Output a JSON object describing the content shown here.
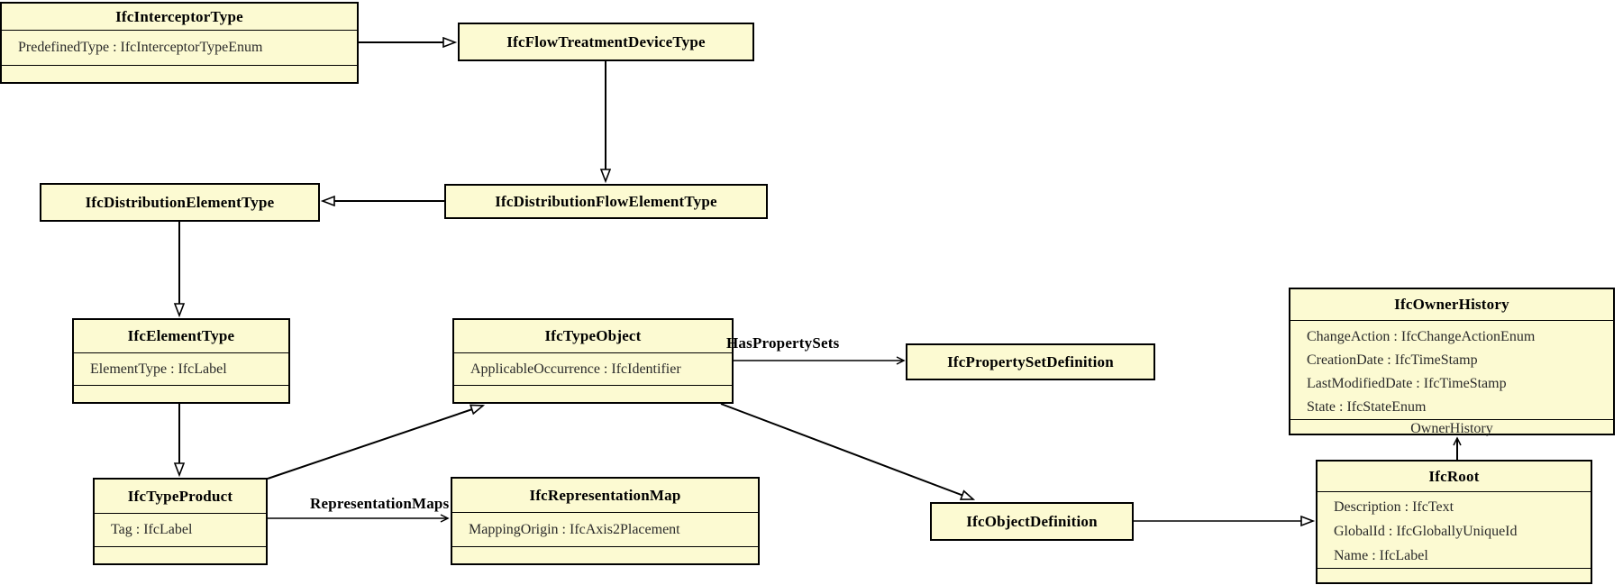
{
  "diagram": {
    "node_fill": "#fcfad2",
    "node_border": "#000000",
    "background": "#ffffff"
  },
  "classes": {
    "interceptor_type": {
      "title": "IfcInterceptorType",
      "attributes": [
        "PredefinedType : IfcInterceptorTypeEnum"
      ]
    },
    "flow_treatment_device_type": {
      "title": "IfcFlowTreatmentDeviceType"
    },
    "distribution_element_type": {
      "title": "IfcDistributionElementType"
    },
    "distribution_flow_element_type": {
      "title": "IfcDistributionFlowElementType"
    },
    "element_type": {
      "title": "IfcElementType",
      "attributes": [
        "ElementType : IfcLabel"
      ]
    },
    "type_object": {
      "title": "IfcTypeObject",
      "attributes": [
        "ApplicableOccurrence : IfcIdentifier"
      ]
    },
    "property_set_definition": {
      "title": "IfcPropertySetDefinition"
    },
    "owner_history": {
      "title": "IfcOwnerHistory",
      "attributes": [
        "ChangeAction : IfcChangeActionEnum",
        "CreationDate : IfcTimeStamp",
        "LastModifiedDate : IfcTimeStamp",
        "State : IfcStateEnum"
      ],
      "role": "OwnerHistory"
    },
    "type_product": {
      "title": "IfcTypeProduct",
      "attributes": [
        "Tag : IfcLabel"
      ]
    },
    "representation_map": {
      "title": "IfcRepresentationMap",
      "attributes": [
        "MappingOrigin : IfcAxis2Placement"
      ]
    },
    "object_definition": {
      "title": "IfcObjectDefinition"
    },
    "root": {
      "title": "IfcRoot",
      "attributes": [
        "Description : IfcText",
        "GlobalId : IfcGloballyUniqueId",
        "Name : IfcLabel"
      ]
    }
  },
  "edge_labels": {
    "has_property_sets": "HasPropertySets",
    "representation_maps": "RepresentationMaps"
  }
}
